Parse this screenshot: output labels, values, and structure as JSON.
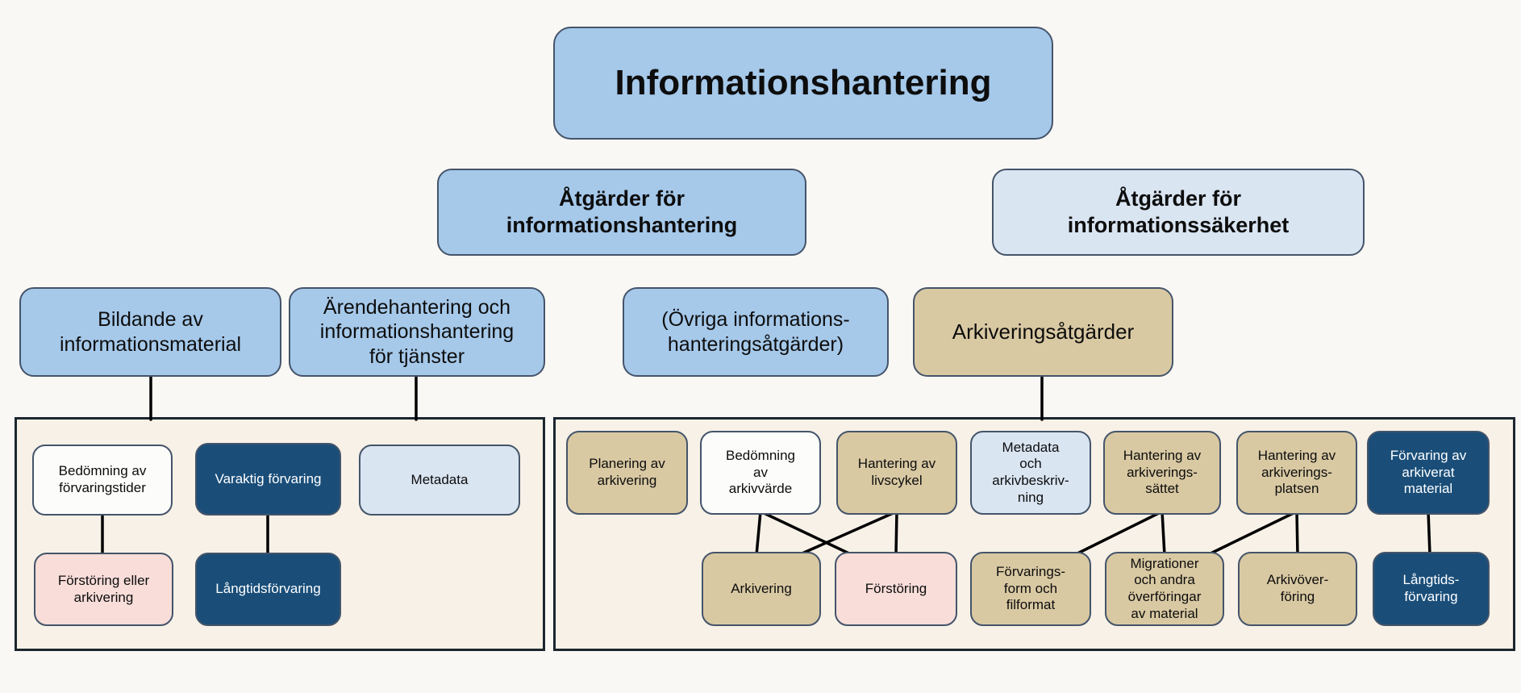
{
  "diagram_title": "Informationshantering",
  "palette": {
    "blue": "#a6c9ea",
    "light_blue": "#dae5f2",
    "tan": "#d9c9a3",
    "dark_blue": "#1a4e79",
    "pink": "#f8ddd9",
    "white_box": "#fcfcfb",
    "panel_background": "#f7f1e7",
    "box_border": "#44546a",
    "panel_border": "#1c2630",
    "connector": "#000000"
  },
  "nodes": {
    "title": {
      "label": "Informationshantering",
      "color": "blue"
    },
    "atgarder_informationshantering": {
      "label": "Åtgärder för\ninformationshantering",
      "color": "blue"
    },
    "atgarder_informationssakerhet": {
      "label": "Åtgärder för\ninformationssäkerhet",
      "color": "light_blue"
    },
    "bildande": {
      "label": "Bildande av\ninformationsmaterial",
      "color": "blue"
    },
    "arendehantering": {
      "label": "Ärendehantering och\ninformationshantering\nför tjänster",
      "color": "blue"
    },
    "ovriga": {
      "label": "(Övriga informations-\nhanteringsåtgärder)",
      "color": "blue"
    },
    "arkiveringsatgarder": {
      "label": "Arkiveringsåtgärder",
      "color": "tan"
    },
    "bedomning_forvaringstider": {
      "label": "Bedömning av\nförvaringstider",
      "color": "white_box"
    },
    "varaktig_forvaring": {
      "label": "Varaktig förvaring",
      "color": "dark_blue"
    },
    "metadata": {
      "label": "Metadata",
      "color": "light_blue"
    },
    "forstoring_eller_arkivering": {
      "label": "Förstöring eller\narkivering",
      "color": "pink"
    },
    "langtidsforvaring": {
      "label": "Långtidsförvaring",
      "color": "dark_blue"
    },
    "planering_av_arkivering": {
      "label": "Planering av\narkivering",
      "color": "tan"
    },
    "bedomning_av_arkivvarde": {
      "label": "Bedömning\nav\narkivvärde",
      "color": "white_box"
    },
    "hantering_av_livscykel": {
      "label": "Hantering av\nlivscykel",
      "color": "tan"
    },
    "metadata_och_arkivbeskrivning": {
      "label": "Metadata\noch\narkivbeskriv-\nning",
      "color": "light_blue"
    },
    "hantering_av_arkiveringssattet": {
      "label": "Hantering av\narkiverings-\nsättet",
      "color": "tan"
    },
    "hantering_av_arkiveringsplatsen": {
      "label": "Hantering av\narkiverings-\nplatsen",
      "color": "tan"
    },
    "forvaring_av_arkiverat_material": {
      "label": "Förvaring av\narkiverat\nmaterial",
      "color": "dark_blue"
    },
    "arkivering": {
      "label": "Arkivering",
      "color": "tan"
    },
    "forstoring": {
      "label": "Förstöring",
      "color": "pink"
    },
    "forvaringsform_och_filformat": {
      "label": "Förvarings-\nform och\nfilformat",
      "color": "tan"
    },
    "migrationer": {
      "label": "Migrationer\noch andra\növerföringar\nav material",
      "color": "tan"
    },
    "arkivoverforing": {
      "label": "Arkivöver-\nföring",
      "color": "tan"
    },
    "langtidsforvaring_arkiv": {
      "label": "Långtids-\nförvaring",
      "color": "dark_blue"
    }
  }
}
